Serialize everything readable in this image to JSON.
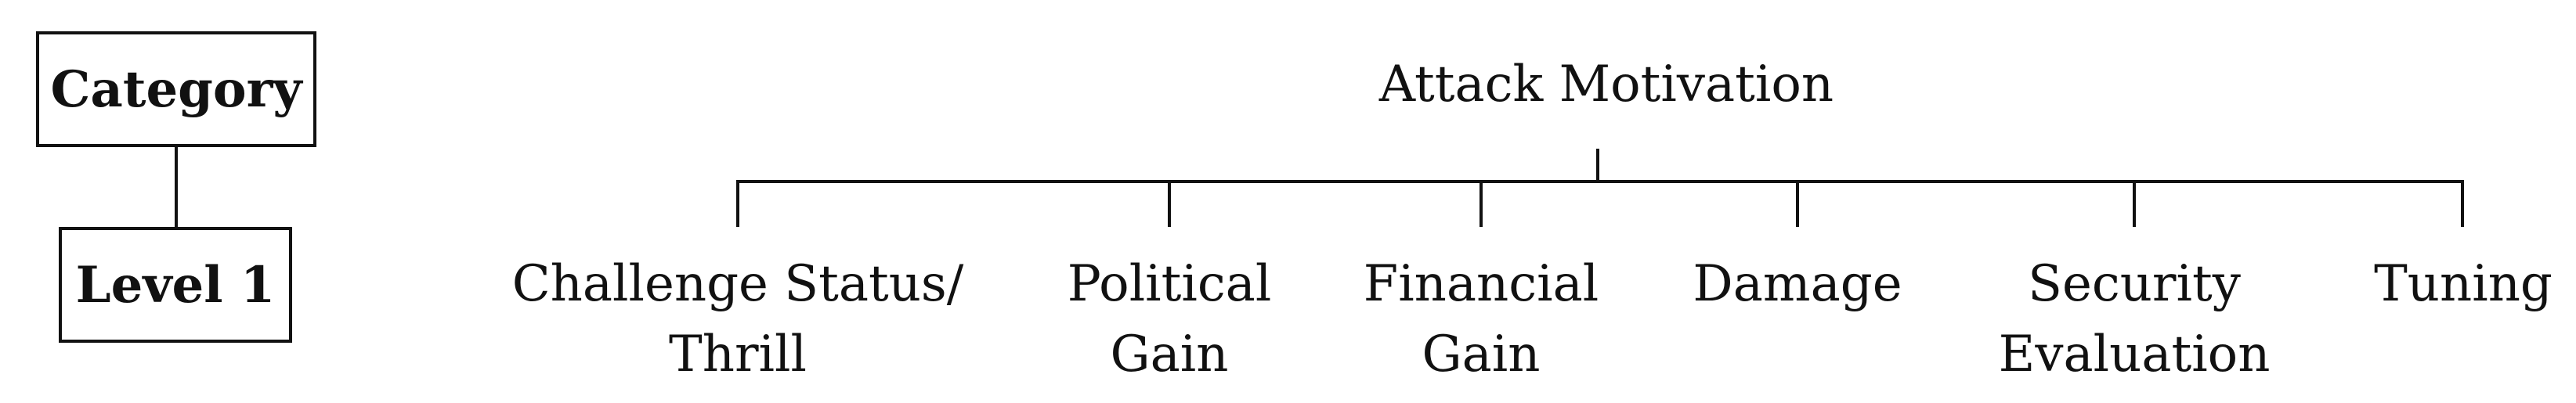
{
  "legend": {
    "category_label": "Category",
    "level1_label": "Level 1"
  },
  "tree": {
    "root": "Attack Motivation",
    "children": [
      {
        "line1": "Challenge Status/",
        "line2": "Thrill"
      },
      {
        "line1": "Political",
        "line2": "Gain"
      },
      {
        "line1": "Financial",
        "line2": "Gain"
      },
      {
        "line1": "Damage",
        "line2": ""
      },
      {
        "line1": "Security",
        "line2": "Evaluation"
      },
      {
        "line1": "Tuning",
        "line2": ""
      }
    ]
  },
  "colors": {
    "stroke": "#111111",
    "background": "#ffffff"
  }
}
